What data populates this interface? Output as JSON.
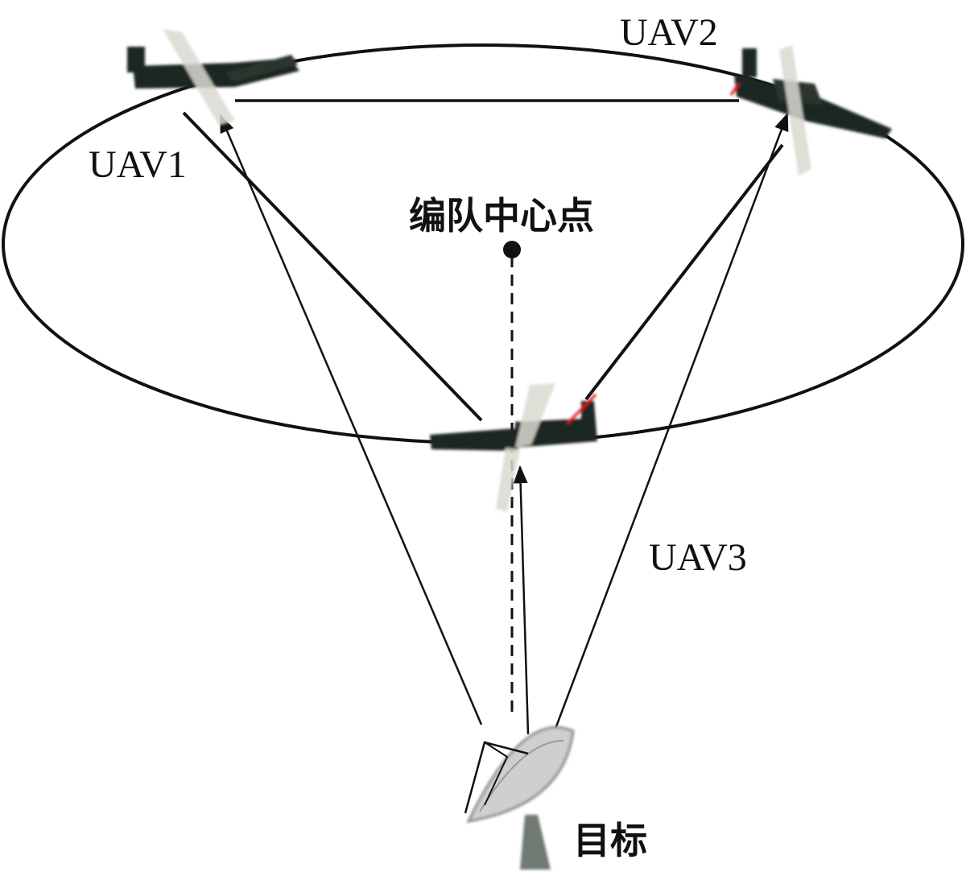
{
  "labels": {
    "uav1": "UAV1",
    "uav2": "UAV2",
    "uav3": "UAV3",
    "center": "编队中心点",
    "target": "目标"
  },
  "colors": {
    "line": "#111111",
    "aircraft_body": "#1f2622",
    "propeller": "#d9d9d0",
    "highlight": "#e01010",
    "dish": "#cfcfcf"
  }
}
